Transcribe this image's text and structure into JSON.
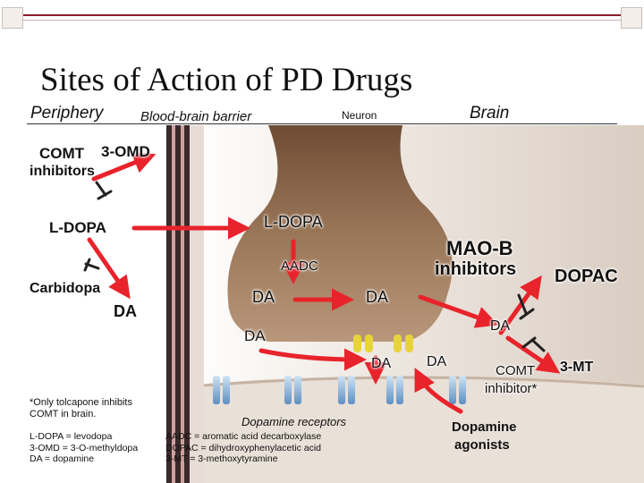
{
  "title": "Sites of Action of PD Drugs",
  "headers": {
    "periphery": "Periphery",
    "bbb": "Blood-brain barrier",
    "neuron": "Neuron",
    "brain": "Brain"
  },
  "labels": {
    "comt": "COMT",
    "omd": "3-OMD",
    "inhibitors": "inhibitors",
    "ldopa_left": "L-DOPA",
    "ldopa_center": "L-DOPA",
    "aadc": "AADC",
    "carbidopa": "Carbidopa",
    "da_left": "DA",
    "da_center1": "DA",
    "da_center2": "DA",
    "da_mid": "DA",
    "da_right": "DA",
    "da_low1": "DA",
    "da_low2": "DA",
    "maob_1": "MAO-B",
    "maob_2": "inhibitors",
    "dopac": "DOPAC",
    "comt_inh_1": "COMT",
    "comt_inh_2": "inhibitor*",
    "mt3": "3-MT",
    "dopamine_receptors": "Dopamine receptors",
    "agonists_1": "Dopamine",
    "agonists_2": "agonists"
  },
  "notes": {
    "tolcapone_1": "*Only tolcapone inhibits",
    "tolcapone_2": "COMT in brain.",
    "abbr_left": [
      "L-DOPA = levodopa",
      "3-OMD = 3-O-methyldopa",
      "DA = dopamine"
    ],
    "abbr_right": [
      "AADC = aromatic acid decarboxylase",
      "DOPAC = dihydroxyphenylacetic acid",
      "3-MT = 3-methoxytyramine"
    ]
  },
  "colors": {
    "arrow": "#e8232b",
    "inhibit": "#222222",
    "frame": "#8b1a2b",
    "neuron": "#8e6a4c",
    "vessel": "#3a2a2a"
  }
}
